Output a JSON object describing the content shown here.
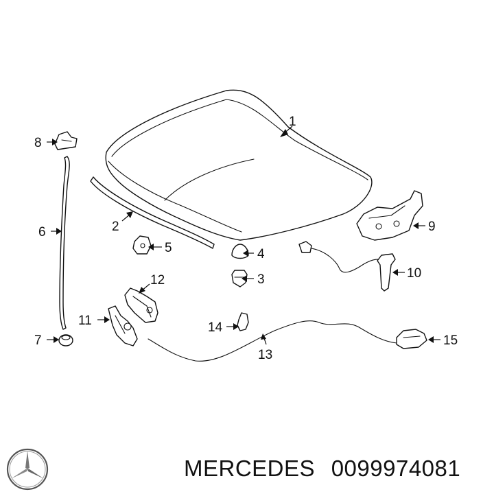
{
  "callouts": [
    {
      "id": "1",
      "text": "1"
    },
    {
      "id": "2",
      "text": "2"
    },
    {
      "id": "3",
      "text": "3"
    },
    {
      "id": "4",
      "text": "4"
    },
    {
      "id": "5",
      "text": "5"
    },
    {
      "id": "6",
      "text": "6"
    },
    {
      "id": "7",
      "text": "7"
    },
    {
      "id": "8",
      "text": "8"
    },
    {
      "id": "9",
      "text": "9"
    },
    {
      "id": "10",
      "text": "10"
    },
    {
      "id": "11",
      "text": "11"
    },
    {
      "id": "12",
      "text": "12"
    },
    {
      "id": "13",
      "text": "13"
    },
    {
      "id": "14",
      "text": "14"
    },
    {
      "id": "15",
      "text": "15"
    }
  ],
  "footer": {
    "brand": "MERCEDES",
    "part_number": "0099974081"
  },
  "logo": {
    "icon": "mercedes-star-logo-icon"
  }
}
